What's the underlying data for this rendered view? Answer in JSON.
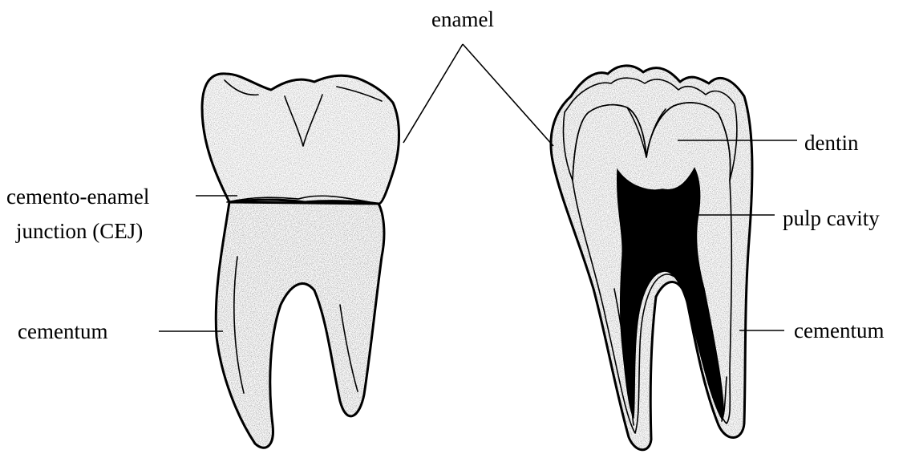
{
  "labels": {
    "enamel": "enamel",
    "cej_line1": "cemento-enamel",
    "cej_line2": "junction (CEJ)",
    "cementum_left": "cementum",
    "dentin": "dentin",
    "pulp_cavity": "pulp cavity",
    "cementum_right": "cementum"
  },
  "colors": {
    "ink": "#000000",
    "enamel_shade": "#f2f2f2",
    "crown_shade": "#e4e4e4",
    "root_shade": "#d6d6d6",
    "dentin_shade": "#a9a9a9",
    "pulp": "#000000"
  }
}
